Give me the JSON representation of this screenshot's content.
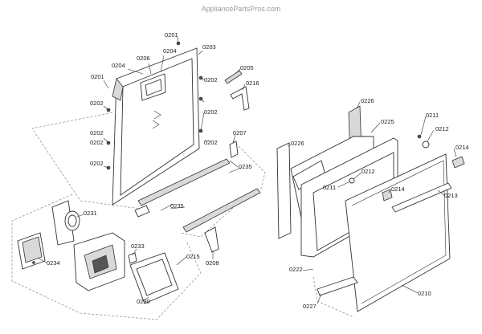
{
  "watermark": "AppliancePartsPros.com",
  "labels": {
    "p0201a": "0201",
    "p0201b": "0201",
    "p0202a": "0202",
    "p0202b": "0202",
    "p0202c": "0202",
    "p0202d": "0202",
    "p0202e": "0202",
    "p0202f": "0202",
    "p0202g": "0202",
    "p0203": "0203",
    "p0204a": "0204",
    "p0204b": "0204",
    "p0205": "0205",
    "p0206": "0206",
    "p0207": "0207",
    "p0208": "0208",
    "p0210": "0210",
    "p0211a": "0211",
    "p0211b": "0211",
    "p0212a": "0212",
    "p0212b": "0212",
    "p0213": "0213",
    "p0214a": "0214",
    "p0214b": "0214",
    "p0215": "0215",
    "p0216": "0216",
    "p0222": "0222",
    "p0225": "0225",
    "p0226a": "0226",
    "p0226b": "0226",
    "p0227": "0227",
    "p0230": "0230",
    "p0231": "0231",
    "p0233": "0233",
    "p0234": "0234",
    "p0235a": "0235",
    "p0235b": "0235"
  }
}
